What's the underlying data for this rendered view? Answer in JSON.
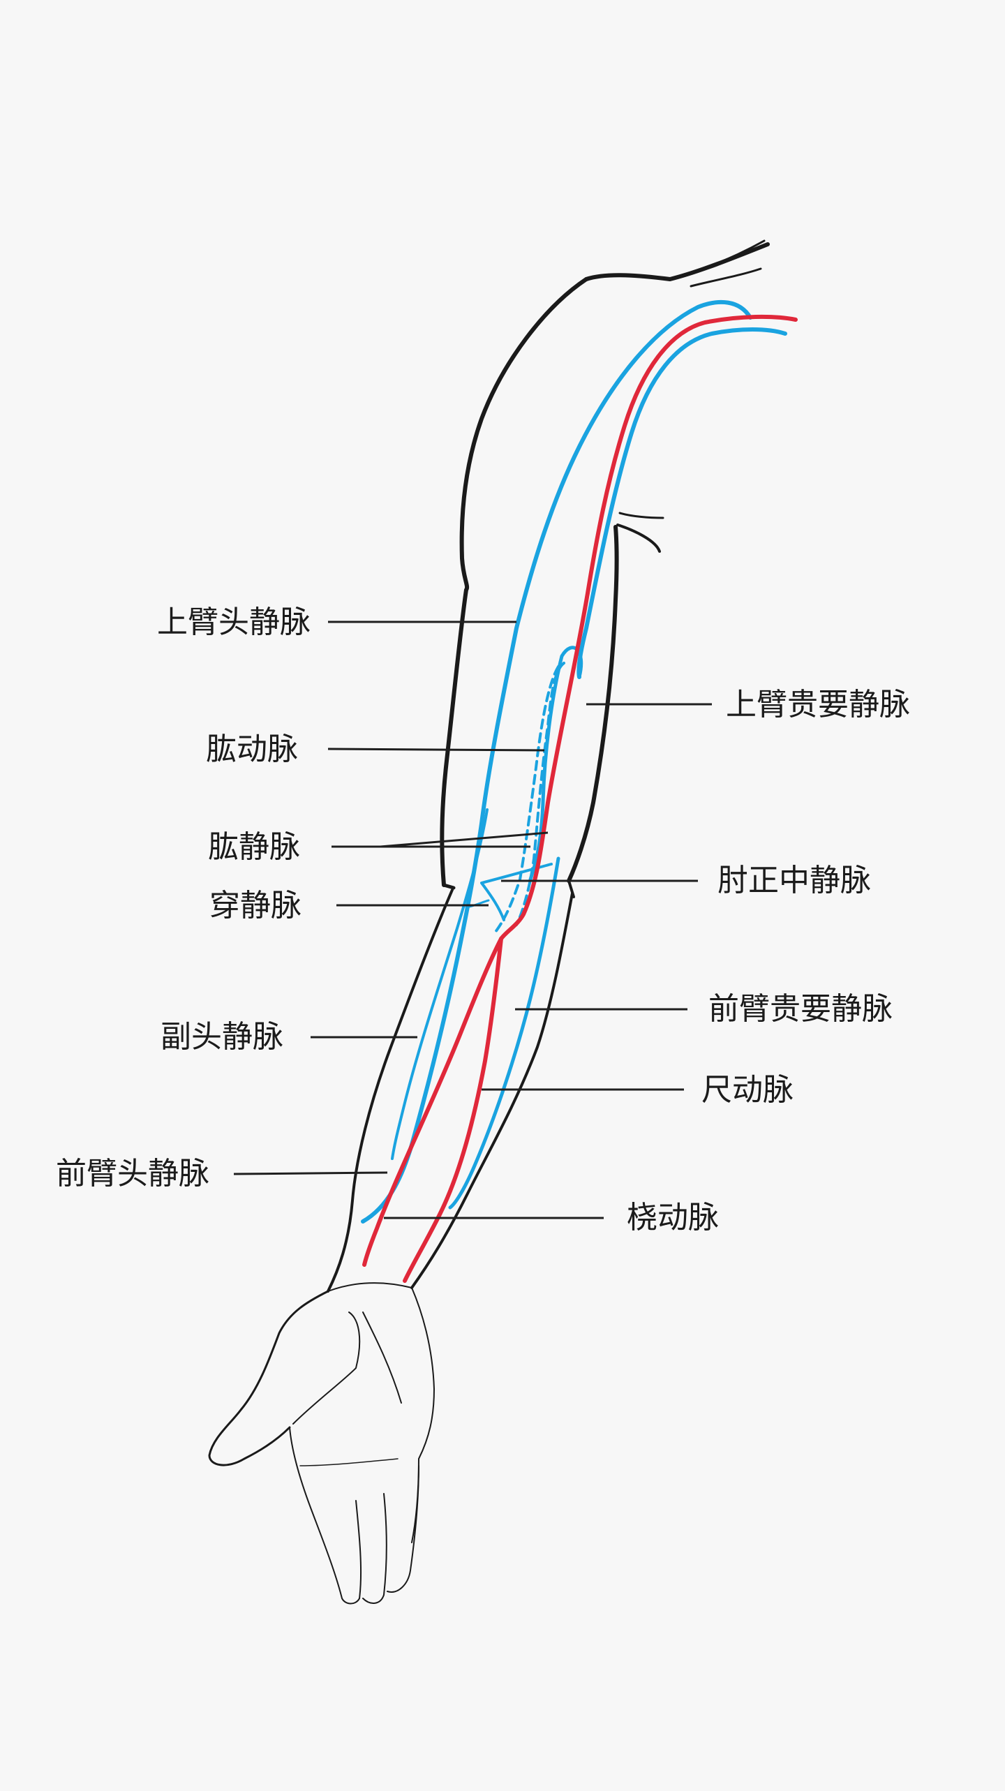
{
  "colors": {
    "background": "#f7f7f7",
    "vein": "#1aa3e0",
    "artery": "#e0283a",
    "outline": "#1a1a1a",
    "label_text": "#1b1b1b"
  },
  "labels": {
    "cephalic_vein_upper": "上臂头静脉",
    "brachial_artery": "肱动脉",
    "brachial_vein": "肱静脉",
    "perforating_vein": "穿静脉",
    "accessory_cephalic_vein": "副头静脉",
    "cephalic_vein_forearm": "前臂头静脉",
    "basilic_vein_upper": "上臂贵要静脉",
    "median_cubital_vein": "肘正中静脉",
    "basilic_vein_forearm": "前臂贵要静脉",
    "ulnar_artery": "尺动脉",
    "radial_artery": "桡动脉"
  }
}
